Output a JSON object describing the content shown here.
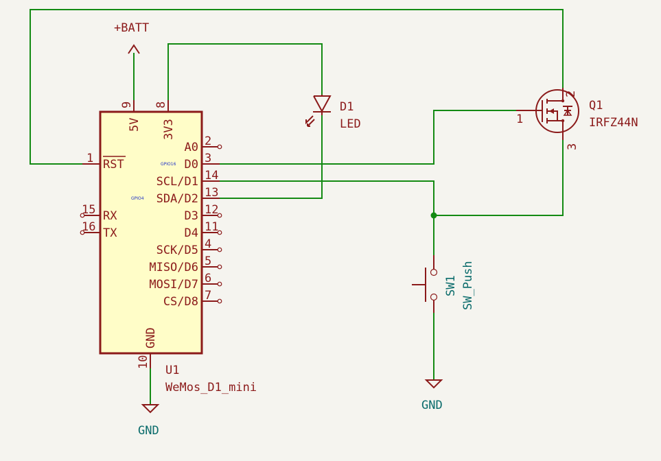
{
  "u1": {
    "ref": "U1",
    "value": "WeMos_D1_mini",
    "top_pins": [
      {
        "num": "9",
        "name": "5V"
      },
      {
        "num": "8",
        "name": "3V3"
      }
    ],
    "left_pins": [
      {
        "num": "1",
        "name": "RST"
      },
      {
        "num": "15",
        "name": "RX"
      },
      {
        "num": "16",
        "name": "TX"
      }
    ],
    "right_pins": [
      {
        "num": "2",
        "name": "A0"
      },
      {
        "num": "3",
        "name": "D0"
      },
      {
        "num": "14",
        "name": "SCL/D1"
      },
      {
        "num": "13",
        "name": "SDA/D2"
      },
      {
        "num": "12",
        "name": "D3"
      },
      {
        "num": "11",
        "name": "D4"
      },
      {
        "num": "4",
        "name": "SCK/D5"
      },
      {
        "num": "5",
        "name": "MISO/D6"
      },
      {
        "num": "6",
        "name": "MOSI/D7"
      },
      {
        "num": "7",
        "name": "CS/D8"
      }
    ],
    "bottom_pin": {
      "num": "10",
      "name": "GND"
    },
    "gpio_notes": [
      "GPIO16",
      "GPIO4"
    ]
  },
  "d1": {
    "ref": "D1",
    "value": "LED"
  },
  "q1": {
    "ref": "Q1",
    "value": "IRFZ44N",
    "pins": [
      "1",
      "2",
      "3"
    ]
  },
  "sw1": {
    "ref": "SW1",
    "value": "SW_Push"
  },
  "power": {
    "batt": "+BATT",
    "gnd_left": "GND",
    "gnd_right": "GND"
  }
}
